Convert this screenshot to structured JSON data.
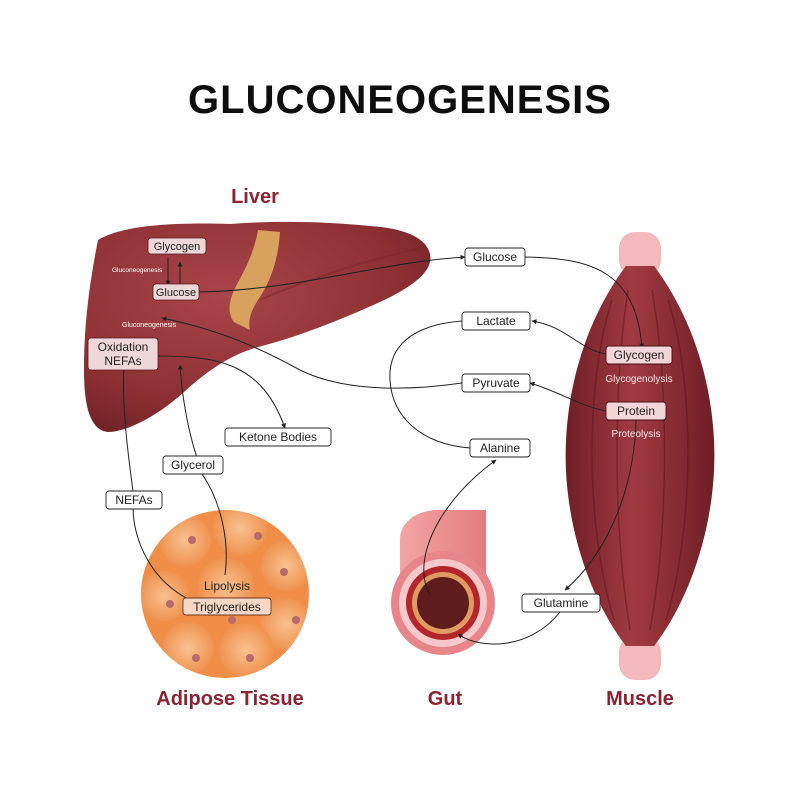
{
  "title": "GLUCONEOGENESIS",
  "organs": {
    "liver": "Liver",
    "adipose": "Adipose Tissue",
    "gut": "Gut",
    "muscle": "Muscle"
  },
  "liver_labels": {
    "glycogen": "Glycogen",
    "glucose": "Glucose",
    "gluconeogenesis_small_1": "Gluconeogenesis",
    "gluconeogenesis_small_2": "Gluconeogenesis",
    "oxidation_line1": "Oxidation",
    "oxidation_line2": "NEFAs"
  },
  "pathway_boxes": {
    "glucose": "Glucose",
    "lactate": "Lactate",
    "pyruvate": "Pyruvate",
    "alanine": "Alanine",
    "ketone_bodies": "Ketone Bodies",
    "glycerol": "Glycerol",
    "nefas": "NEFAs",
    "glutamine": "Glutamine"
  },
  "adipose_labels": {
    "lipolysis": "Lipolysis",
    "triglycerides": "Triglycerides"
  },
  "muscle_labels": {
    "glycogen": "Glycogen",
    "glycogenolysis": "Glycogenolysis",
    "protein": "Protein",
    "proteolysis": "Proteolysis"
  },
  "colors": {
    "liver": "#8c2f33",
    "muscle": "#8f2a33",
    "tendon": "#f3b9bd",
    "fat": "#f4a76a",
    "gut": "#e88b8c",
    "label": "#8a2430"
  }
}
